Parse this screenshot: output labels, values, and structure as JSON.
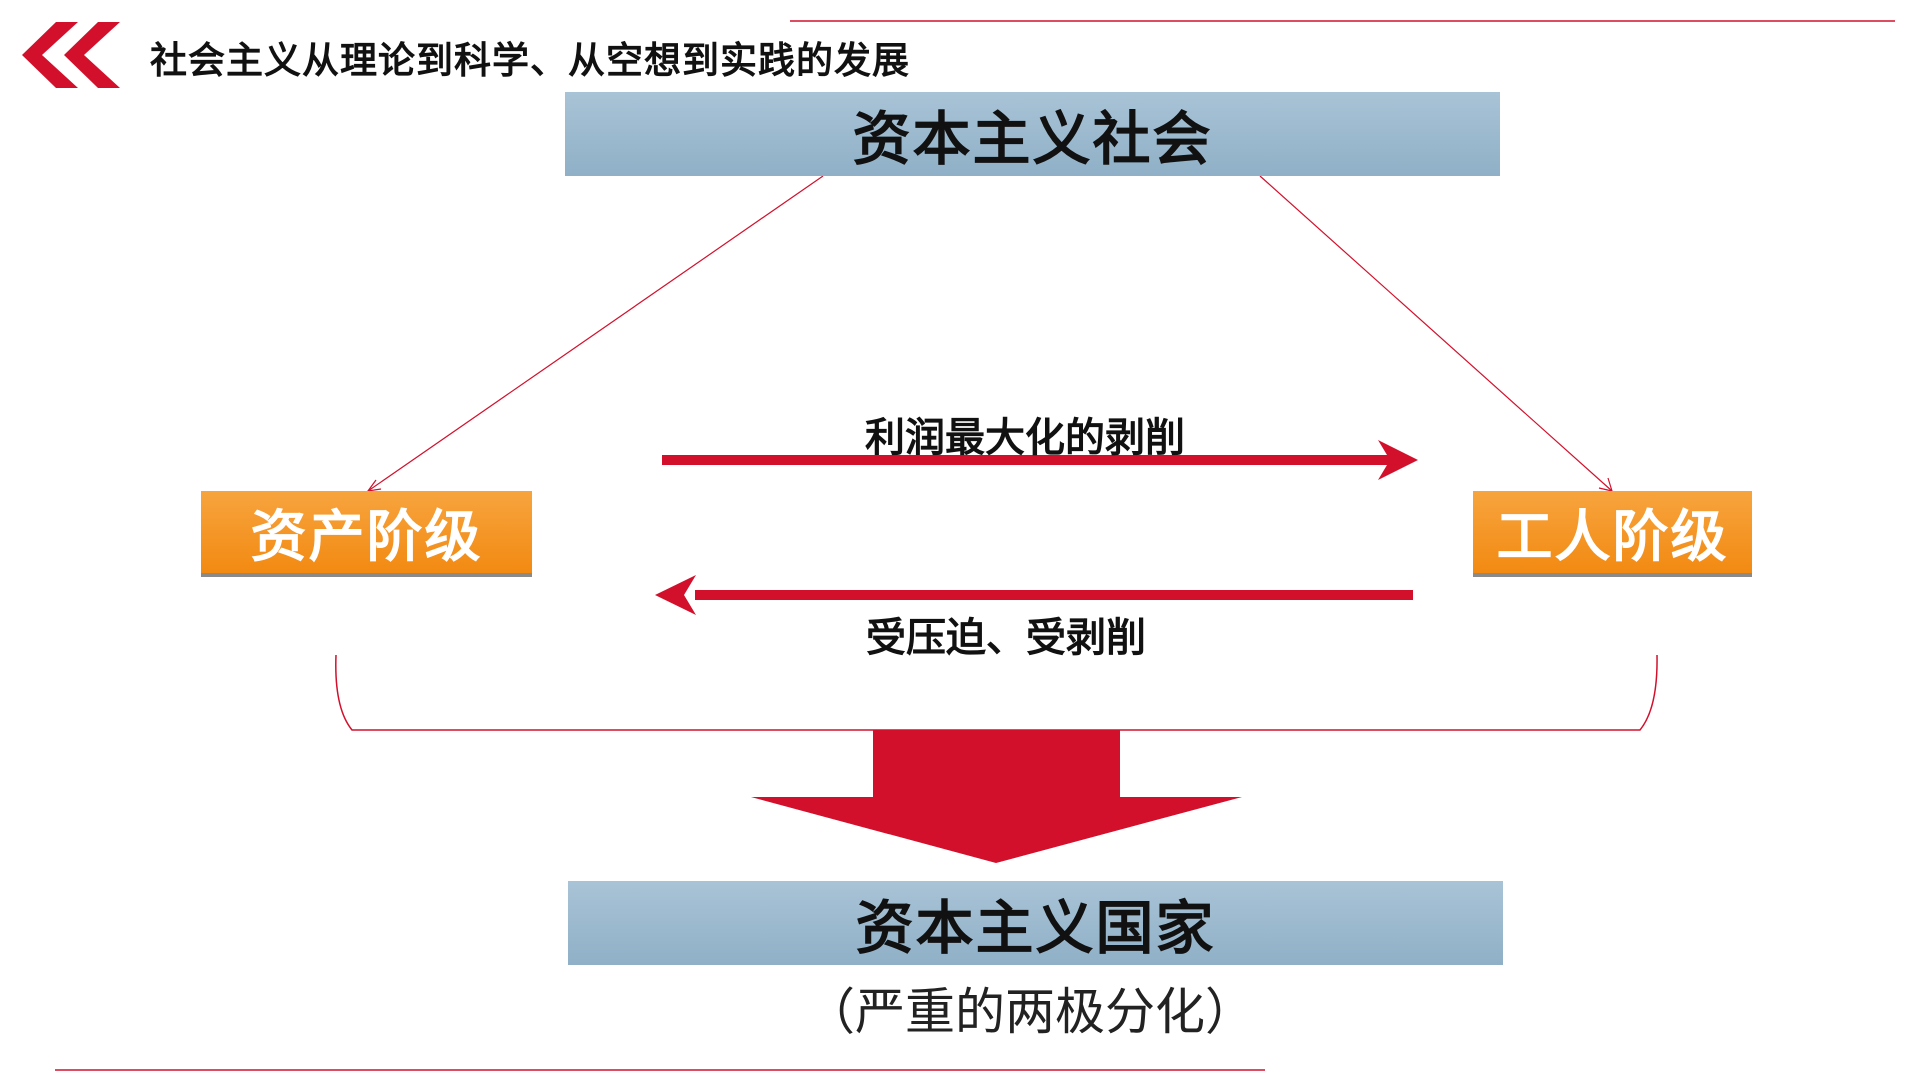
{
  "header": {
    "title": "社会主义从理论到科学、从空想到实践的发展",
    "accent_color": "#d2102c",
    "icon": "double-chevron-left-icon"
  },
  "diagram": {
    "top_box": "资本主义社会",
    "left_box": "资产阶级",
    "right_box": "工人阶级",
    "arrow_right_label": "利润最大化的剥削",
    "arrow_left_label": "受压迫、受剥削",
    "bottom_box": "资本主义国家",
    "bottom_note": "（严重的两极分化）",
    "box_blue_color": "#9bb9cf",
    "box_orange_color": "#f39422",
    "arrow_color": "#d2102c"
  }
}
